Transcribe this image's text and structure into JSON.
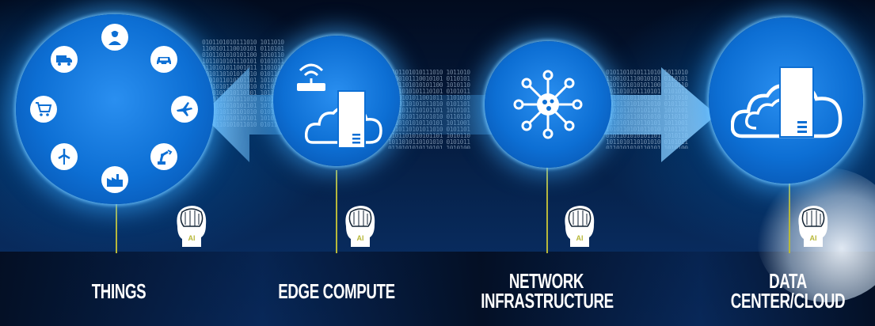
{
  "stages": [
    {
      "id": "things",
      "label_lines": [
        "THINGS"
      ]
    },
    {
      "id": "edge",
      "label_lines": [
        "EDGE COMPUTE"
      ]
    },
    {
      "id": "network",
      "label_lines": [
        "NETWORK",
        "INFRASTRUCTURE"
      ]
    },
    {
      "id": "datacenter",
      "label_lines": [
        "DATA",
        "CENTER/CLOUD"
      ]
    }
  ],
  "ai_badge": "AI",
  "binary_text": "0101101010111010 1011010\n1100101110010101 0110101\n0101101010101100 1010110\n1011010101110101 0101011\n0110101011001011 1101010\n1010110101011010 0101101\n0101011010101101 1010101\n1101010110101010 0110110\n0110101010110101 1011001\n1010110101011010 0101101\n0101101010101101 1010110\n1011010110101010 0101011\n0110101010110101 1010100\n1010110101011010 0101101",
  "things_icons": [
    "worker-icon",
    "car-icon",
    "airplane-icon",
    "robot-arm-icon",
    "factory-icon",
    "wind-turbine-icon",
    "shopping-cart-icon",
    "truck-icon"
  ],
  "colors": {
    "accent": "#0d6fd4",
    "glow": "#3caaff",
    "line": "#b8b83a",
    "text": "#ffffff",
    "background": "#041a3a"
  }
}
